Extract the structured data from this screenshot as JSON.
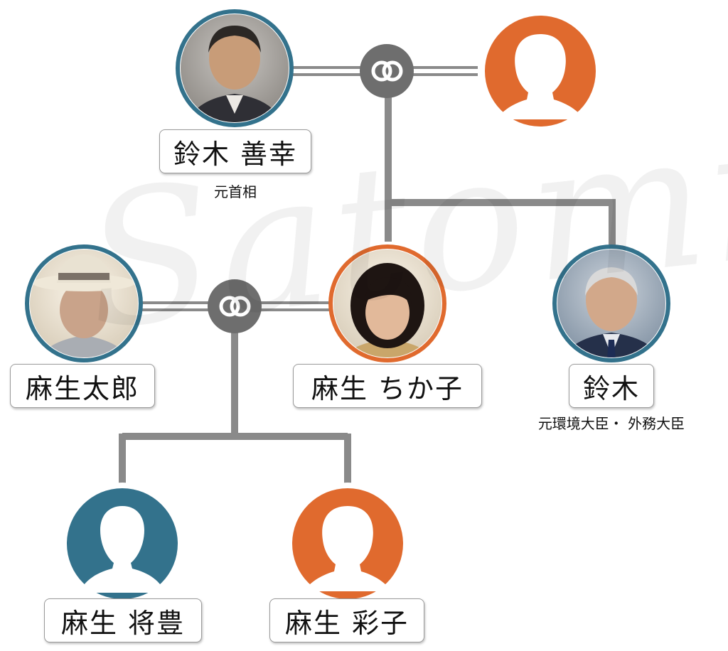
{
  "watermark": "Satomi",
  "colors": {
    "male": "#33728c",
    "female": "#e06a2e",
    "line": "#8a8a8a",
    "marriage_icon": "#6e6e6e"
  },
  "people": {
    "suzuki_zenko": {
      "name": "鈴木 善幸",
      "caption": "元首相"
    },
    "wife_of_suzuki_zenko": {
      "name": ""
    },
    "aso_taro": {
      "name": "麻生太郎"
    },
    "aso_chikako": {
      "name": "麻生 ちか子"
    },
    "suzuki": {
      "name": "鈴木",
      "caption": "元環境大臣・ 外務大臣"
    },
    "aso_son": {
      "name": "麻生 将豊"
    },
    "aso_daughter": {
      "name": "麻生 彩子"
    }
  }
}
